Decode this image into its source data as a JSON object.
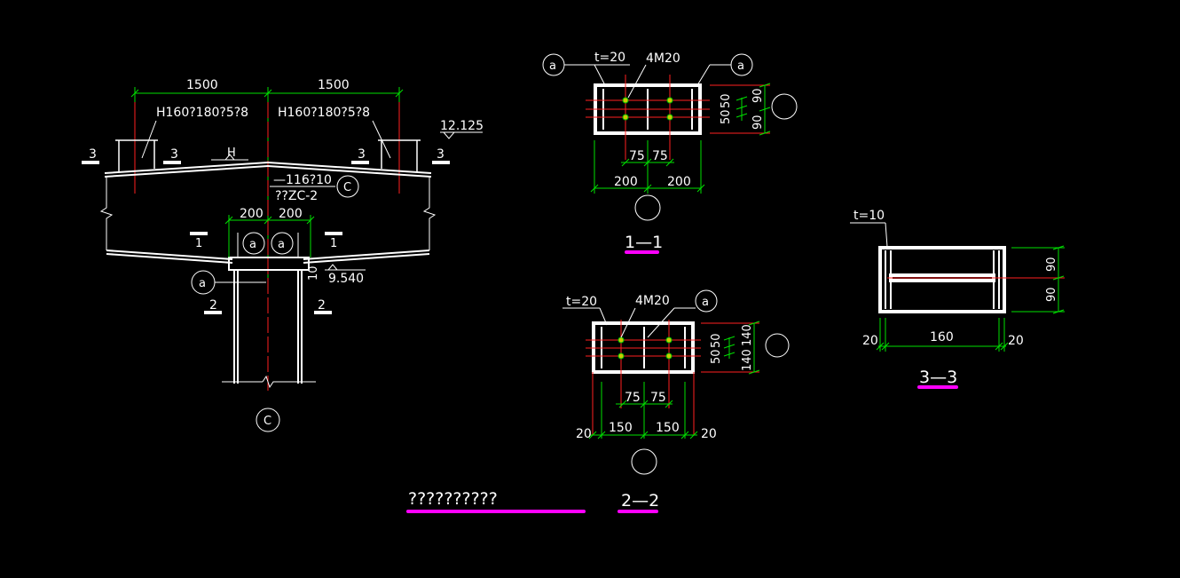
{
  "colors": {
    "background": "#000000",
    "dimension": "#00e000",
    "centerline": "#ff2020",
    "outline": "#ffffff",
    "title_underline": "#ff00ff"
  },
  "elevation": {
    "span_left": "1500",
    "span_right": "1500",
    "beam_left": "H160?180?5?8",
    "beam_right": "H160?180?5?8",
    "level_top": "12.125",
    "level_bottom": "9.540",
    "plate": "—116?10",
    "column_mark": "??ZC-2",
    "dim_200_left": "200",
    "dim_200_right": "200",
    "gap": "10",
    "slope": "H",
    "sec3": "3",
    "sec1": "1",
    "sec2": "2",
    "tag_a": "a",
    "tag_c": "C"
  },
  "section_1_1": {
    "title": "1—1",
    "thickness": "t=20",
    "bolts": "4M20",
    "tag_a": "a",
    "dims_bottom": [
      "75",
      "75",
      "200",
      "200"
    ],
    "dims_right": [
      "50",
      "50",
      "90",
      "90"
    ]
  },
  "section_2_2": {
    "title": "2—2",
    "thickness": "t=20",
    "bolts": "4M20",
    "tag_a": "a",
    "dims_bottom": [
      "75",
      "75",
      "20",
      "150",
      "150",
      "20"
    ],
    "dims_right": [
      "50",
      "50",
      "140",
      "140"
    ]
  },
  "section_3_3": {
    "title": "3—3",
    "thickness": "t=10",
    "dims_bottom": [
      "20",
      "160",
      "20"
    ],
    "dims_right": [
      "90",
      "90"
    ]
  },
  "drawing_title": "??????????"
}
